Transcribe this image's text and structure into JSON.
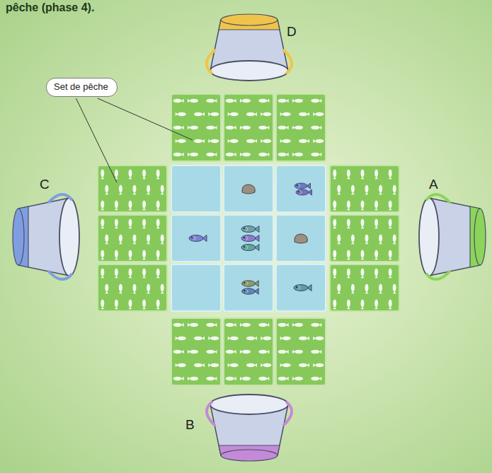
{
  "diagram": {
    "nodes": [
      {
        "text": [
          "Set de pêche"
        ]
      }
    ],
    "labels": [
      "pêche (phase 4).",
      "D",
      "C",
      "A",
      "B"
    ]
  }
}
